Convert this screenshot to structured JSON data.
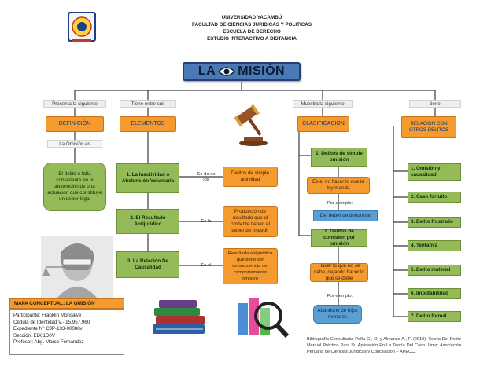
{
  "header": {
    "line1": "UNIVERSIDAD YACAMBÚ",
    "line2": "FACULTAD DE CIENCIAS JURIDICAS Y POLITICAS",
    "line3": "ESCUELA DE DERECHO",
    "line4": "ESTUDIO INTERACTIVO A DISTANCIA"
  },
  "title": {
    "part1": "LA",
    "part2": "MISIÓN"
  },
  "connectors": {
    "presenta": "Presenta la siguiente",
    "tiene_entre": "Tiene entre sus",
    "muestra": "Muestra la siguiente",
    "tiene": "tiene"
  },
  "branches": {
    "definicion": "DEFINICIÓN",
    "elementos": "ELEMENTOS",
    "clasificacion": "CLASIFICACIÓN",
    "relacion": "RELACIÓN CON OTROS DELITOS"
  },
  "definicion": {
    "subtitle": "La Omisión es",
    "text": "El delito o falta consistente en la abstención de una actuación que constituye un deber legal"
  },
  "elementos": [
    {
      "label": "1. La Inactividad o Abstención Voluntaria",
      "link": "Se da en los",
      "desc": "Delitos de simple actividad"
    },
    {
      "label": "2. El Resultado Antijurídico",
      "link": "Es la",
      "desc": "Producción de resultado que el omitente tienen el deber de impedir"
    },
    {
      "label": "3. La Relación De Causalidad",
      "link": "Es el",
      "desc": "Resultado antijurídico que debe ser consecuencia del comportamiento omisivo"
    }
  ],
  "clasificacion": {
    "item1": "1. Delitos de simple omisión",
    "item1_desc": "Es el no hacer lo que la ley manda",
    "ejemplo_label": "Por ejemplo:",
    "item1_example": "Del deber de denunciar",
    "item2": "2. Delitos de comisión por omisión",
    "item2_desc": "Hacer lo que no se debe, dejando hacer lo que se debe",
    "item2_example": "Abandono de hijos menores"
  },
  "relacion_items": [
    "1. Omisión y causalidad",
    "2. Caso fortuito",
    "3. Delito frustrado",
    "4. Tentativa",
    "5. Delito material",
    "6. Imputabilidad",
    "7. Delito formal"
  ],
  "mapa_label": "MAPA CONCEPTUAL: LA OMISIÓN",
  "participant": {
    "name": "Participante: Franklin Monsalve",
    "cedula": "Cédula de Identidad V.- 15.957.960",
    "expediente": "Expediente N° CJP-133-00088v",
    "seccion": "Sección: ED01D0V",
    "profesor": "Profesor: Abg. Marco Fernández"
  },
  "bibliografia": "Bibliografía Consultada: Peña G., O. y Almanza A., F. (2010). Teoría Del Delito Manual Práctico Para Su Aplicación En La Teoría Del Caso. Lima: Asociación Peruana de Ciencias Jurídicas y Conciliación – APECC.",
  "colors": {
    "green": "#94bb57",
    "orange": "#f49a2e",
    "blue": "#5a9fd3",
    "title": "#4b79b5"
  }
}
